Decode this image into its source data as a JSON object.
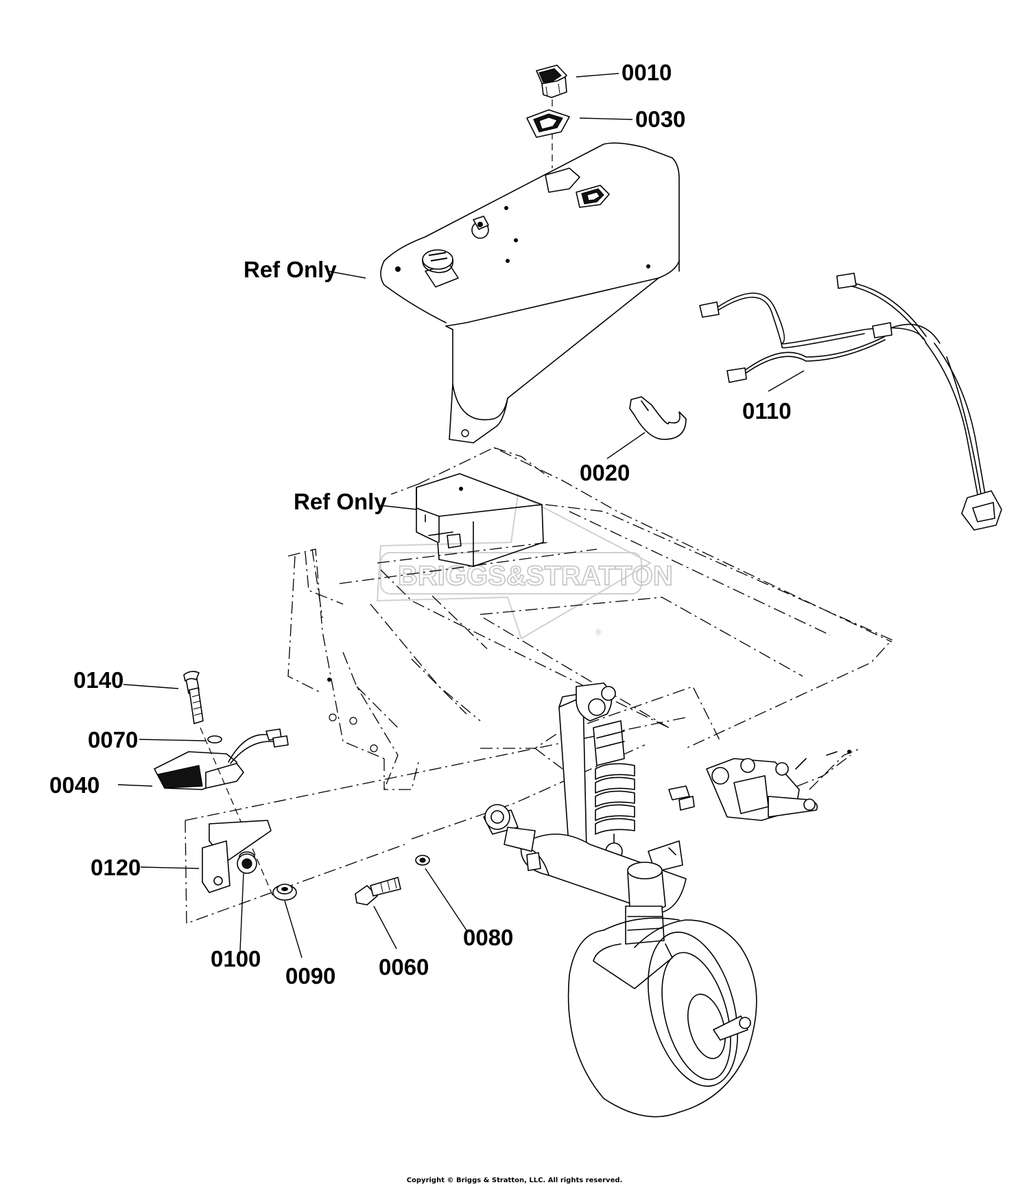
{
  "callouts": {
    "c0010": "0010",
    "c0030": "0030",
    "ref_only_console": "Ref Only",
    "c0110": "0110",
    "c0020": "0020",
    "ref_only_bracket": "Ref Only",
    "c0140": "0140",
    "c0070": "0070",
    "c0040": "0040",
    "c0120": "0120",
    "c0100": "0100",
    "c0090": "0090",
    "c0060": "0060",
    "c0080": "0080"
  },
  "watermark": {
    "text": "BRIGGS&STRATTON",
    "mark": "®"
  },
  "footer": {
    "copyright": "Copyright © Briggs & Stratton, LLC. All rights reserved."
  },
  "colors": {
    "line": "#000000",
    "background": "#ffffff",
    "watermark": "#c8c8c8"
  }
}
